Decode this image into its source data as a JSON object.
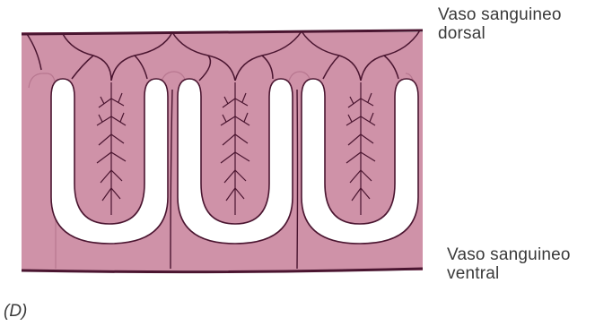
{
  "figure": {
    "labels": {
      "dorsal_line1": "Vaso sanguineo",
      "dorsal_line2": "dorsal",
      "ventral_line1": "Vaso sanguineo",
      "ventral_line2": "ventral"
    },
    "panel_letter": "(D)"
  },
  "colors": {
    "tissue": "#cf92a8",
    "tissue_dark": "#b97991",
    "vessel": "#4a1530",
    "lumen": "#ffffff",
    "text": "#3a3a3a"
  }
}
